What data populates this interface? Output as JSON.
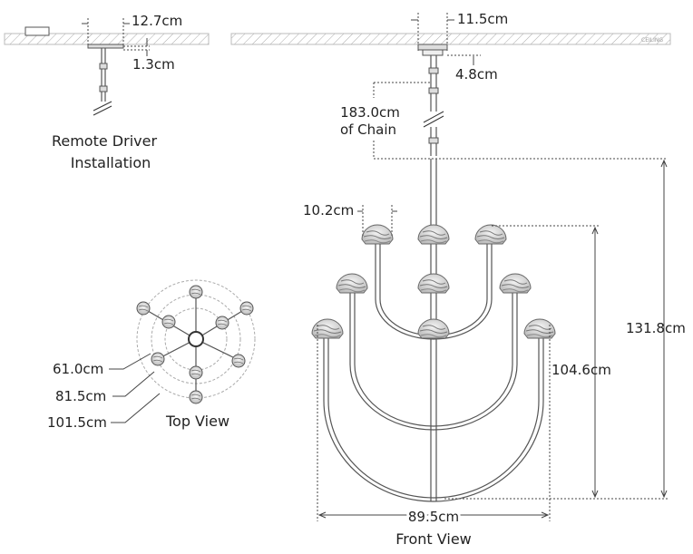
{
  "remote": {
    "dim_width": "12.7cm",
    "dim_height": "1.3cm",
    "caption_line1": "Remote Driver",
    "caption_line2": "Installation"
  },
  "front": {
    "canopy_width": "11.5cm",
    "canopy_height": "4.8cm",
    "chain_line1": "183.0cm",
    "chain_line2": "of Chain",
    "shade_width": "10.2cm",
    "overall_height": "131.8cm",
    "fixture_height": "104.6cm",
    "overall_width": "89.5cm",
    "ceiling_tag": "CEILING",
    "caption": "Front View"
  },
  "top": {
    "ring_small": "61.0cm",
    "ring_mid": "81.5cm",
    "ring_large": "101.5cm",
    "caption": "Top View"
  }
}
